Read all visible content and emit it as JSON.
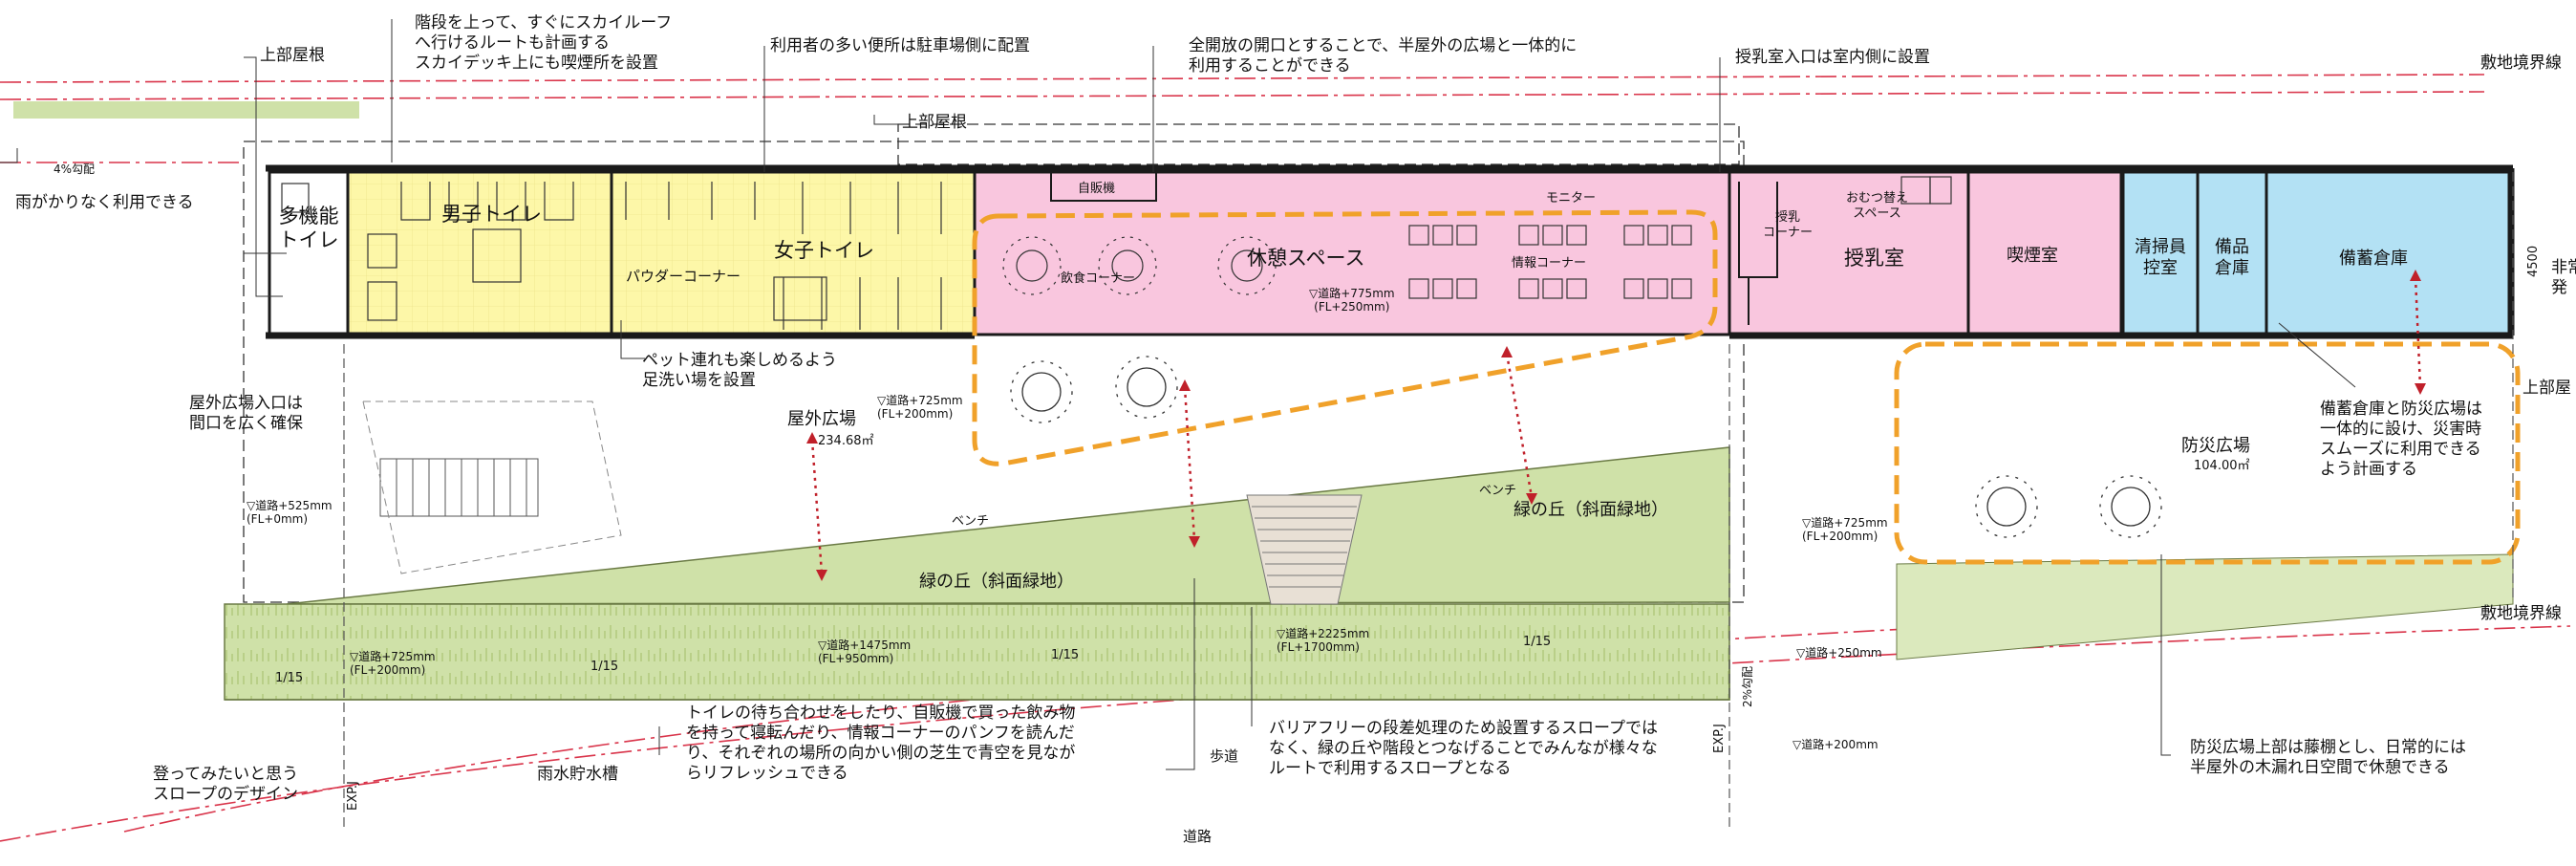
{
  "rooms": {
    "multi_toilet": "多機能\nトイレ",
    "mens": "男子トイレ",
    "womens": "女子トイレ",
    "powder": "パウダーコーナー",
    "vending": "自販機",
    "monitor": "モニター",
    "rest": "休憩スペース",
    "eating": "飲食コーナー",
    "info": "情報コーナー",
    "rest_level": "▽道路+775mm\n(FL+250mm)",
    "nursing_corner": "授乳\nコーナー",
    "diaper": "おむつ替え\nスペース",
    "nursing": "授乳室",
    "smoking": "喫煙室",
    "cleaner": "清掃員\n控室",
    "equipment": "備品\n倉庫",
    "stockpile": "備蓄倉庫"
  },
  "outdoor": {
    "plaza": "屋外広場",
    "plaza_area": "234.68㎡",
    "hill_left": "緑の丘（斜面緑地）",
    "hill_right": "緑の丘（斜面緑地）",
    "bench_left": "ベンチ",
    "bench_right": "ベンチ",
    "disaster_plaza": "防災広場",
    "disaster_area": "104.00㎡",
    "walkway": "歩道",
    "road": "道路",
    "slope_1": "1/15",
    "slope_2": "1/15",
    "slope_3": "1/15",
    "slope_4": "1/15"
  },
  "levels": {
    "l1": "▽道路+725mm\n(FL+200mm)",
    "l2": "▽道路+525mm\n(FL+0mm)",
    "l3": "▽道路+725mm\n(FL+200mm)",
    "l4": "▽道路+1475mm\n(FL+950mm)",
    "l5": "▽道路+2225mm\n(FL+1700mm)",
    "l6": "▽道路+725mm\n(FL+200mm)",
    "l7": "▽道路+250mm",
    "l8": "▽道路+200mm",
    "grad_left": "4%勾配",
    "grad_right": "2%勾配",
    "exp_left": "EXP.J",
    "exp_right": "EXP.J",
    "dim": "4500"
  },
  "notes": {
    "roof_left": "上部屋根",
    "roof_mid": "上部屋根",
    "roof_right": "上部屋",
    "skyroof": "階段を上って、すぐにスカイルーフ\nへ行けるルートも計画する\nスカイデッキ上にも喫煙所を設置",
    "toilet_parking": "利用者の多い便所は駐車場側に配置",
    "open": "全開放の開口とすることで、半屋外の広場と一体的に\n利用することができる",
    "nursing_entry": "授乳室入口は室内側に設置",
    "boundary_top": "敷地境界線",
    "boundary_right": "敷地境界線",
    "rain": "雨がかりなく利用できる",
    "pet": "ペット連れも楽しめるよう\n足洗い場を設置",
    "plaza_entry": "屋外広場入口は\n間口を広く確保",
    "stockpile_note": "備蓄倉庫と防災広場は\n一体的に設け、災害時\nスムーズに利用できる\nよう計画する",
    "slope_design": "登ってみたいと思う\nスロープのデザイン",
    "rain_tank": "雨水貯水槽",
    "waiting": "トイレの待ち合わせをしたり、自販機で買った飲み物\nを持って寝転んだり、情報コーナーのパンフを読んだ\nり、それぞれの場所の向かい側の芝生で青空を見なが\nらリフレッシュできる",
    "barrier_free": "バリアフリーの段差処理のため設置するスロープでは\nなく、緑の丘や階段とつなげることでみんなが様々な\nルートで利用するスロープとなる",
    "pergola": "防災広場上部は藤棚とし、日常的には\n半屋外の木漏れ日空間で休憩できる",
    "edge_right": "非常\n発"
  },
  "colors": {
    "toilet_fill": "#fdf7a8",
    "rest_fill": "#f9c6de",
    "storage_fill": "#b3e1f4",
    "green_fill": "#cfe1a8",
    "boundary_red": "#d9344a",
    "orange_dash": "#f0a12a",
    "wall": "#1a1a1a"
  }
}
